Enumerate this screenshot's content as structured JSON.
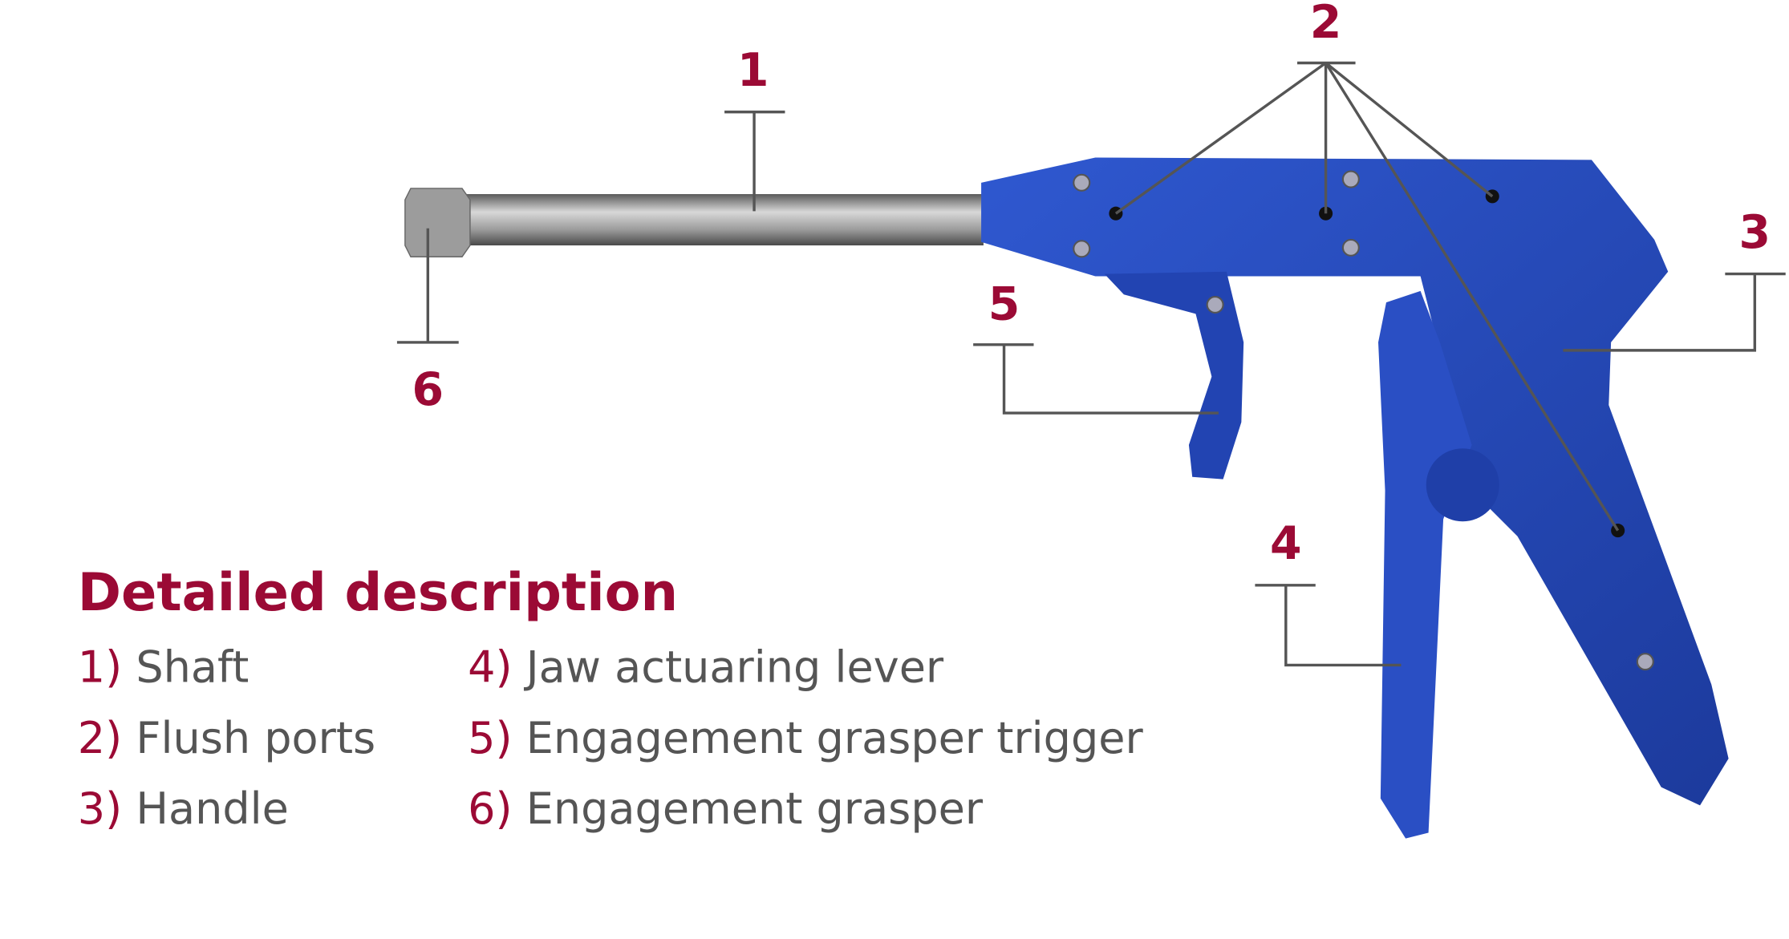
{
  "colors": {
    "accent": "#9b0a35",
    "text": "#555555",
    "device_blue": "#2345b0",
    "shaft_gray": "#8a8a8a"
  },
  "callouts": [
    "1",
    "2",
    "3",
    "4",
    "5",
    "6"
  ],
  "description": {
    "heading": "Detailed description",
    "items": [
      {
        "num": "1)",
        "label": "Shaft"
      },
      {
        "num": "2)",
        "label": "Flush ports"
      },
      {
        "num": "3)",
        "label": "Handle"
      },
      {
        "num": "4)",
        "label": "Jaw actuaring lever"
      },
      {
        "num": "5)",
        "label": "Engagement grasper trigger"
      },
      {
        "num": "6)",
        "label": "Engagement grasper"
      }
    ]
  }
}
